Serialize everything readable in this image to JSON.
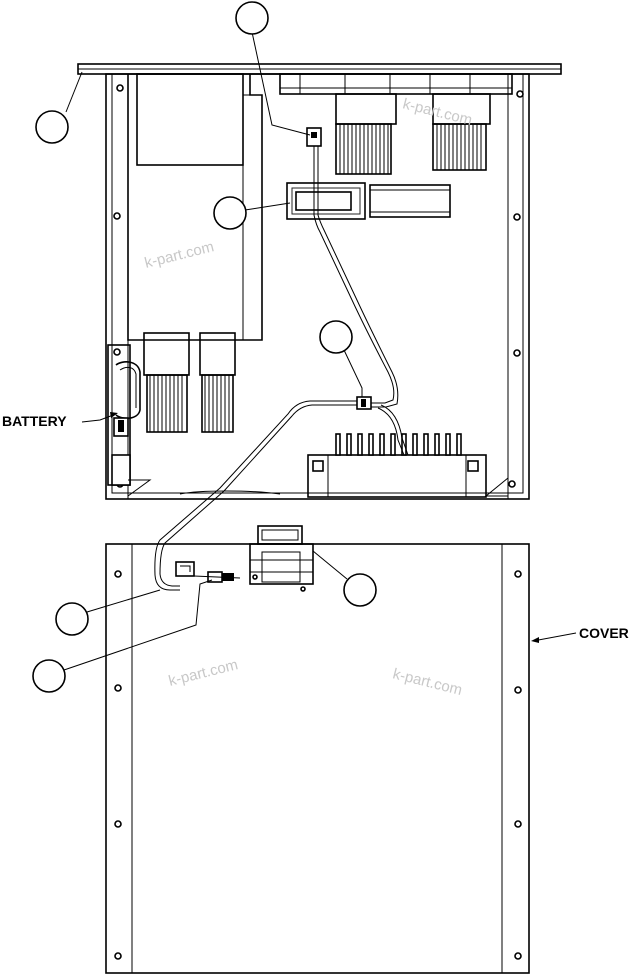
{
  "labels": {
    "battery": "BATTERY",
    "cover": "COVER"
  },
  "watermarks": [
    "k-part.com",
    "k-part.com",
    "k-part.com",
    "k-part.com"
  ],
  "callouts": [
    {
      "name": "callout-1",
      "text": ""
    },
    {
      "name": "callout-2",
      "text": ""
    },
    {
      "name": "callout-3",
      "text": ""
    },
    {
      "name": "callout-4",
      "text": ""
    },
    {
      "name": "callout-5",
      "text": ""
    },
    {
      "name": "callout-6",
      "text": ""
    },
    {
      "name": "callout-7",
      "text": ""
    }
  ]
}
